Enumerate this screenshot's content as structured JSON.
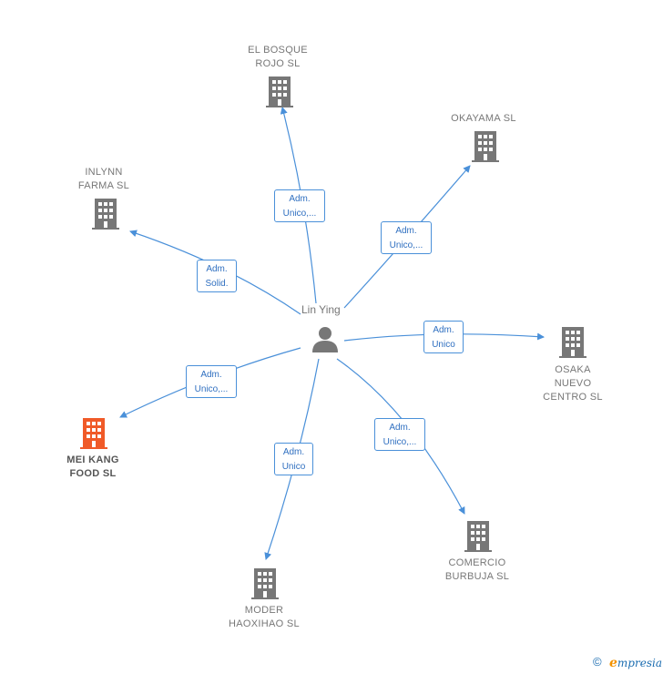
{
  "center": {
    "name": "Lin Ying"
  },
  "colors": {
    "edge": "#4a90d9",
    "building": "#777777",
    "building_highlight": "#f05a28"
  },
  "nodes": [
    {
      "id": "el-bosque",
      "label": "EL BOSQUE\nROJO SL",
      "highlight": false
    },
    {
      "id": "okayama",
      "label": "OKAYAMA  SL",
      "highlight": false
    },
    {
      "id": "inlynn",
      "label": "INLYNN\nFARMA  SL",
      "highlight": false
    },
    {
      "id": "osaka",
      "label": "OSAKA\nNUEVO\nCENTRO SL",
      "highlight": false
    },
    {
      "id": "mei-kang",
      "label": "MEI KANG\nFOOD  SL",
      "highlight": true
    },
    {
      "id": "comercio",
      "label": "COMERCIO\nBURBUJA  SL",
      "highlight": false
    },
    {
      "id": "moder",
      "label": "MODER\nHAOXIHAO  SL",
      "highlight": false
    }
  ],
  "edges": [
    {
      "target": "el-bosque",
      "label": "Adm.\nUnico,..."
    },
    {
      "target": "okayama",
      "label": "Adm.\nUnico,..."
    },
    {
      "target": "inlynn",
      "label": "Adm.\nSolid."
    },
    {
      "target": "osaka",
      "label": "Adm.\nUnico"
    },
    {
      "target": "mei-kang",
      "label": "Adm.\nUnico,..."
    },
    {
      "target": "comercio",
      "label": "Adm.\nUnico,..."
    },
    {
      "target": "moder",
      "label": "Adm.\nUnico"
    }
  ],
  "footer": {
    "copyright": "©",
    "brand_initial": "e",
    "brand_rest": "mpresia"
  }
}
